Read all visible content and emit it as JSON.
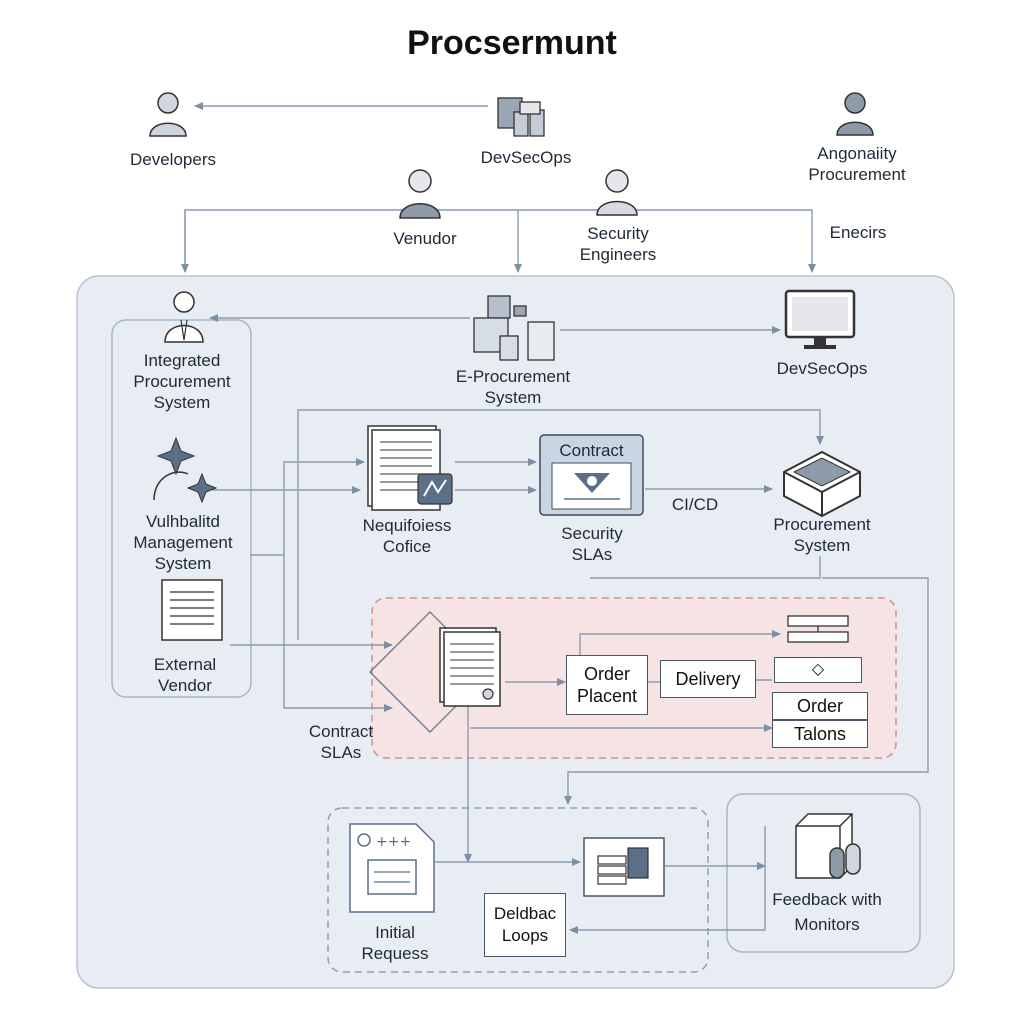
{
  "title": "Procsermunt",
  "top_actors": {
    "developers": "Developers",
    "devsecops": "DevSecOps",
    "angonaiity": [
      "Angonaiity",
      "Procurement"
    ],
    "venudor": "Venudor",
    "security_engineers": [
      "Security",
      "Engineers"
    ],
    "enecirs": "Enecirs"
  },
  "systems": {
    "integrated": [
      "Integrated",
      "Procurement",
      "System"
    ],
    "eprocurement": [
      "E-Procurement",
      "System"
    ],
    "devsecops": "DevSecOps",
    "vuln": [
      "Vulhbalitd",
      "Management",
      "System"
    ],
    "external_vendor": [
      "External",
      "Vendor"
    ],
    "nequifoiess": [
      "Nequifoiess",
      "Cofice"
    ],
    "contract_card_title": "Contract",
    "security_slas": [
      "Security",
      "SLAs"
    ],
    "cicd": "CI/CD",
    "procurement_system": [
      "Procurement",
      "System"
    ]
  },
  "order_zone": {
    "contract_slas": [
      "Contract",
      "SLAs"
    ],
    "order_placent": [
      "Order",
      "Placent"
    ],
    "delivery": "Delivery",
    "order": "Order",
    "talons": "Talons"
  },
  "bottom_zone": {
    "initial_request": [
      "Initial",
      "Requess"
    ],
    "deldbac_loops": [
      "Deldbac",
      "Loops"
    ],
    "feedback_monitors": [
      "Feedback with",
      "Monitors"
    ]
  }
}
